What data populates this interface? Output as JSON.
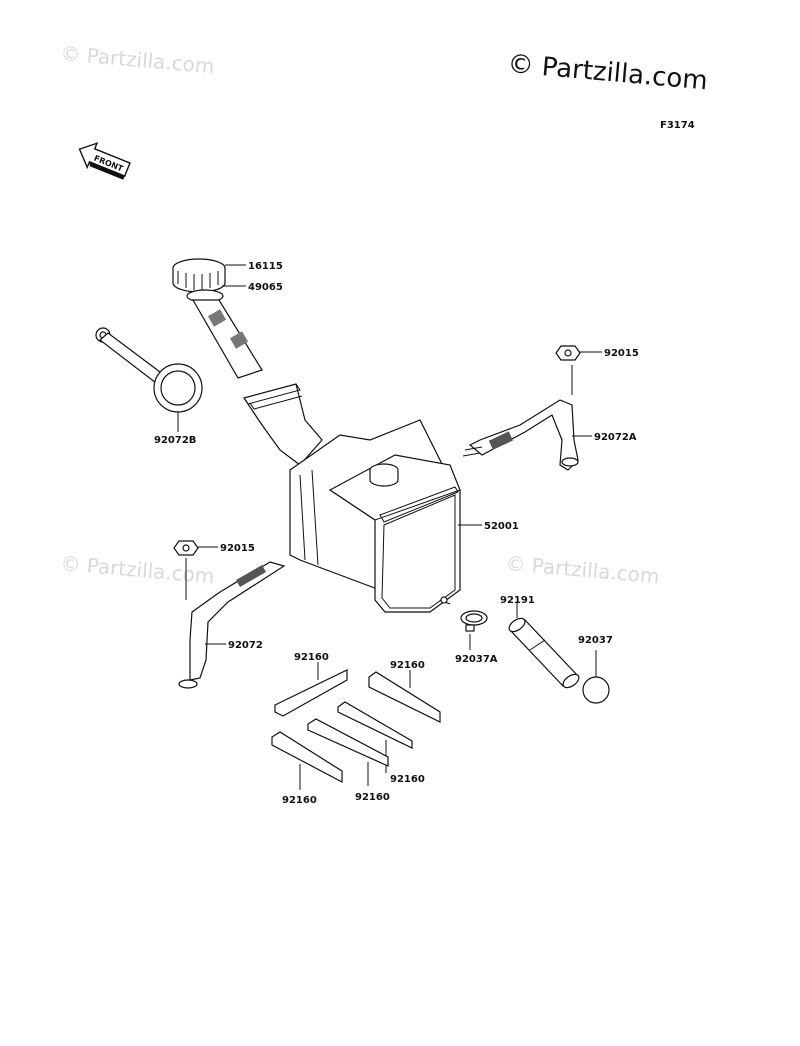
{
  "watermark_main": "© Partzilla.com",
  "watermark_faint": "© Partzilla.com",
  "figure_code": "F3174",
  "front_label": "FRONT",
  "labels": {
    "p16115": "16115",
    "p49065": "49065",
    "p92072B": "92072B",
    "p92015_top": "92015",
    "p92072A": "92072A",
    "p52001": "52001",
    "p92015_left": "92015",
    "p92072": "92072",
    "p92191": "92191",
    "p92037": "92037",
    "p92037A": "92037A",
    "p92160_a": "92160",
    "p92160_b": "92160",
    "p92160_c": "92160",
    "p92160_d": "92160",
    "p92160_e": "92160"
  },
  "colors": {
    "ink": "#111111",
    "watermark": "#d9d9d9",
    "background": "#ffffff"
  }
}
